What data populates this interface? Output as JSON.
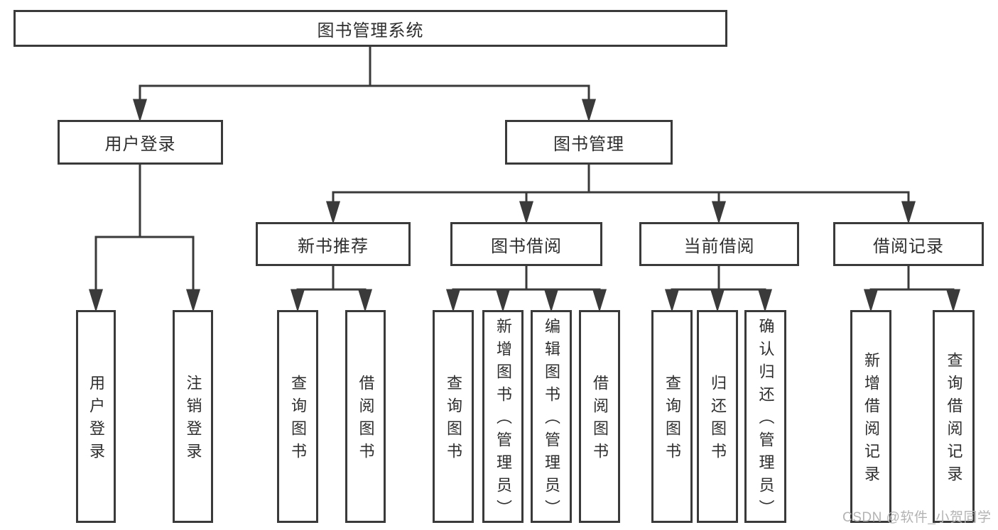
{
  "diagram": {
    "type": "tree",
    "root": "图书管理系统",
    "l2": [
      "用户登录",
      "图书管理"
    ],
    "l3": [
      "新书推荐",
      "图书借阅",
      "当前借阅",
      "借阅记录"
    ],
    "l4": [
      "用户登录",
      "注销登录",
      "查询图书",
      "借阅图书",
      "查询图书",
      "新增图书（管理员）",
      "编辑图书（管理员）",
      "借阅图书",
      "查询图书",
      "归还图书",
      "确认归还（管理员）",
      "新增借阅记录",
      "查询借阅记录"
    ],
    "hierarchy": {
      "图书管理系统": [
        "用户登录",
        "图书管理"
      ],
      "用户登录": [
        "用户登录",
        "注销登录"
      ],
      "图书管理": [
        "新书推荐",
        "图书借阅",
        "当前借阅",
        "借阅记录"
      ],
      "新书推荐": [
        "查询图书",
        "借阅图书"
      ],
      "图书借阅": [
        "查询图书",
        "新增图书（管理员）",
        "编辑图书（管理员）",
        "借阅图书"
      ],
      "当前借阅": [
        "查询图书",
        "归还图书",
        "确认归还（管理员）"
      ],
      "借阅记录": [
        "新增借阅记录",
        "查询借阅记录"
      ]
    }
  },
  "colors": {
    "line": "#3a3a3a",
    "border": "#3a3a3a",
    "text": "#2e2e2e",
    "background": "#ffffff",
    "watermark": "#b3b3b3"
  },
  "watermark": "CSDN @软件_小贺同学"
}
